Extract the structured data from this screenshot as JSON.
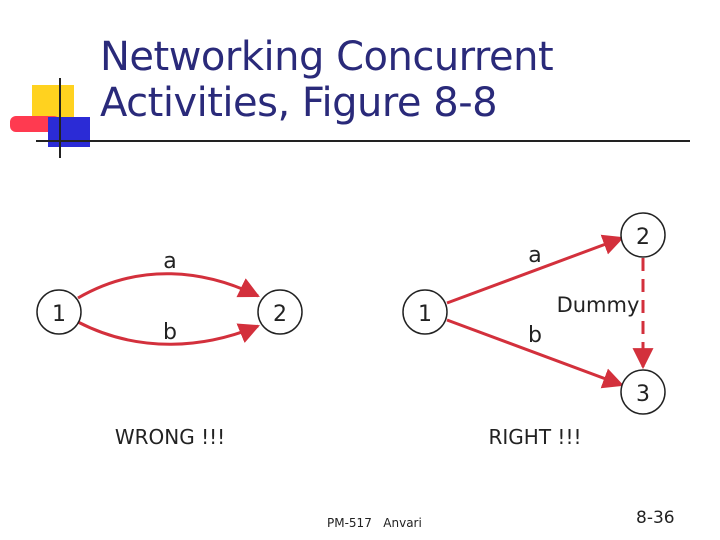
{
  "slide": {
    "title_line1": "Networking Concurrent",
    "title_line2": "Activities, Figure 8-8",
    "footer_course": "PM-517",
    "footer_author": "Anvari",
    "page_number": "8-36"
  },
  "wrong_diagram": {
    "node_start": "1",
    "node_end": "2",
    "activity_top": "a",
    "activity_bottom": "b",
    "caption": "WRONG !!!"
  },
  "right_diagram": {
    "node_start": "1",
    "node_top": "2",
    "node_bottom": "3",
    "activity_top": "a",
    "activity_bottom": "b",
    "dummy_label": "Dummy",
    "caption": "RIGHT !!!"
  },
  "colors": {
    "arrow": "#d3303c",
    "title": "#2a2a7a"
  }
}
